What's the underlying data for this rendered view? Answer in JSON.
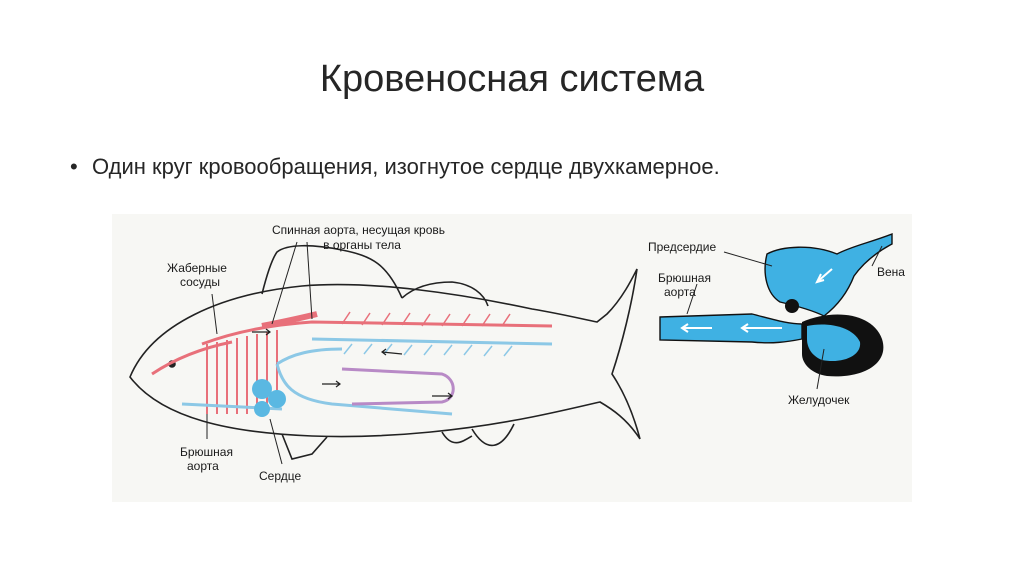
{
  "slide": {
    "title": "Кровеносная система",
    "bullet": "Один круг кровообращения, изогнутое сердце двухкамерное."
  },
  "fish_labels": {
    "dorsal_aorta_1": "Спинная аорта, несущая кровь",
    "dorsal_aorta_2": "в органы тела",
    "gill_vessels_1": "Жаберные",
    "gill_vessels_2": "сосуды",
    "ventral_aorta_1": "Брюшная",
    "ventral_aorta_2": "аорта",
    "heart": "Сердце"
  },
  "heart_labels": {
    "atrium": "Предсердие",
    "vein": "Вена",
    "ventral_aorta_1": "Брюшная",
    "ventral_aorta_2": "аорта",
    "ventricle": "Желудочек"
  },
  "colors": {
    "arterial": "#e8707a",
    "venous": "#8cc8e6",
    "heart_blue": "#3fb1e3",
    "outline": "#222222"
  }
}
